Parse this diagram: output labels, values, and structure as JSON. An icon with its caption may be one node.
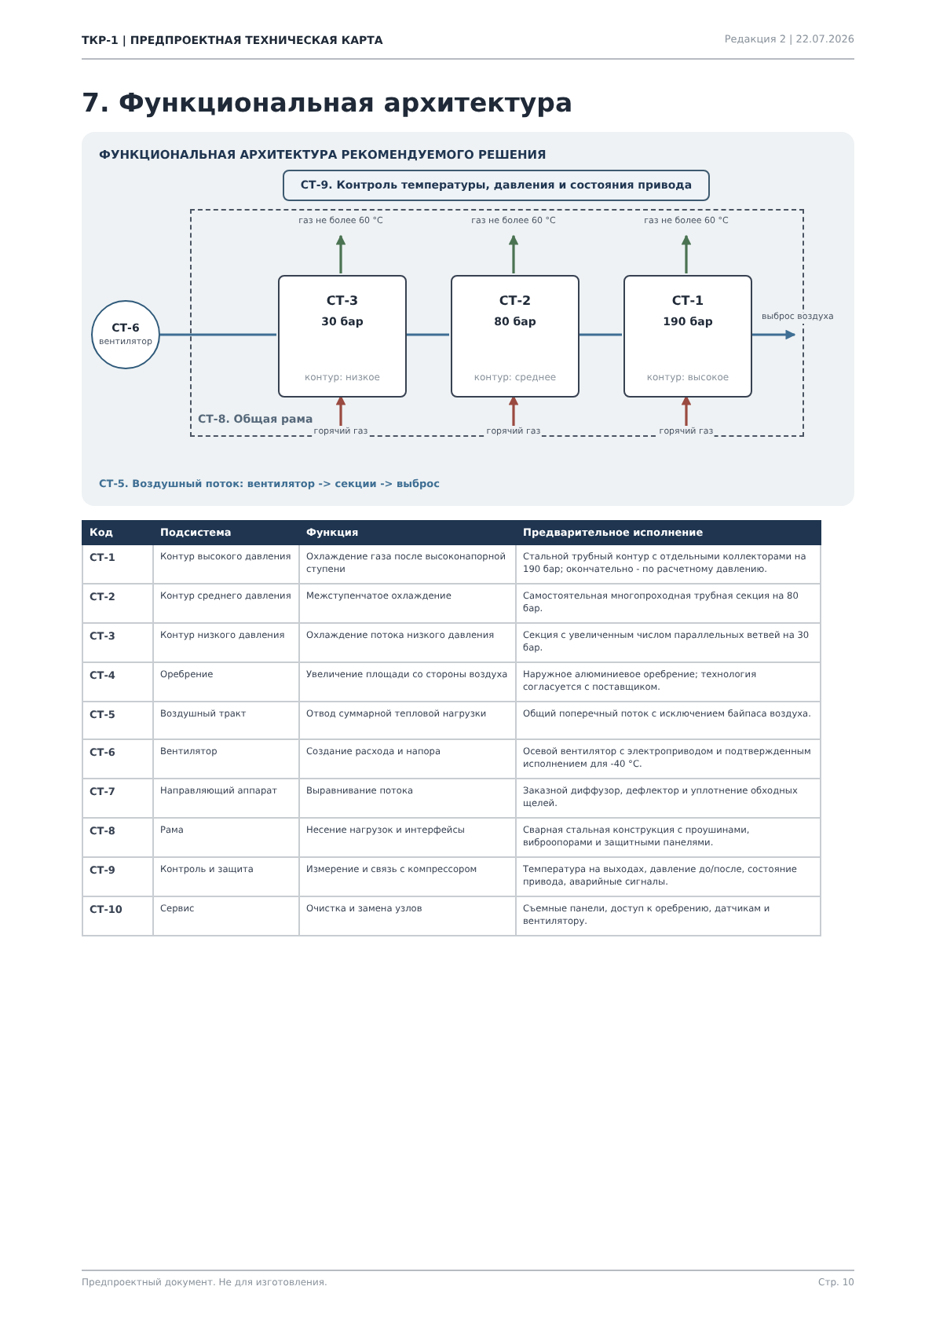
{
  "diagram": {
    "title": "7. Функциональная архитектура",
    "nodes": [
      {
        "text": [
          "ФУНКЦИОНАЛЬНАЯ АРХИТЕКТУРА РЕКОМЕНДУЕМОГО РЕШЕНИЯ",
          "СТ-5. Воздушный поток: вентилятор -> секции -> выброс"
        ]
      },
      {
        "text": [
          "СТ-9. Контроль температуры, давления и состояния привода"
        ],
        "in": 0
      },
      {
        "text": [
          "СТ-8. Общая рама"
        ],
        "in": 0
      },
      {
        "text": [
          "СТ-6",
          "вентилятор"
        ],
        "in": 0
      },
      {
        "text": [
          "СТ-3",
          "30 бар",
          "контур: низкое"
        ],
        "in": 2
      },
      {
        "text": [
          "СТ-2",
          "80 бар",
          "контур: среднее"
        ],
        "in": 2
      },
      {
        "text": [
          "СТ-1",
          "190 бар",
          "контур: высокое"
        ],
        "in": 2
      }
    ],
    "edges": [
      {
        "from": 3,
        "to": 4,
        "arrow": "none",
        "color": "#3f6f94"
      },
      {
        "from": 4,
        "to": 5,
        "arrow": "none",
        "color": "#3f6f94"
      },
      {
        "from": 5,
        "to": 6,
        "arrow": "none",
        "color": "#3f6f94"
      },
      {
        "from": 6,
        "to": null,
        "arrow": "to",
        "label": "выброс воздуха",
        "color": "#3f6f94"
      },
      {
        "from": 4,
        "to": null,
        "arrow": "to",
        "label": "газ не более 60 °C",
        "color": "#4a7352"
      },
      {
        "from": 5,
        "to": null,
        "arrow": "to",
        "label": "газ не более 60 °C",
        "color": "#4a7352"
      },
      {
        "from": 6,
        "to": null,
        "arrow": "to",
        "label": "газ не более 60 °C",
        "color": "#4a7352"
      },
      {
        "from": null,
        "to": 4,
        "arrow": "to",
        "label": "горячий газ",
        "color": "#9a4a40"
      },
      {
        "from": null,
        "to": 5,
        "arrow": "to",
        "label": "горячий газ",
        "color": "#9a4a40"
      },
      {
        "from": null,
        "to": 6,
        "arrow": "to",
        "label": "горячий газ",
        "color": "#9a4a40"
      }
    ],
    "labels": [
      "ТКР-1 | ПРЕДПРОЕКТНАЯ ТЕХНИЧЕСКАЯ КАРТА",
      "Редакция 2 | 22.07.2026",
      "Код",
      "Подсистема",
      "Функция",
      "Предварительное исполнение",
      "СТ-1",
      "Контур высокого давления",
      "Охлаждение газа после высоконапорной ступени",
      "Стальной трубный контур с отдельными коллекторами на 190 бар; окончательно - по расчетному давлению.",
      "СТ-2",
      "Контур среднего давления",
      "Межступенчатое охлаждение",
      "Самостоятельная многопроходная трубная секция на 80 бар.",
      "СТ-3",
      "Контур низкого давления",
      "Охлаждение потока низкого давления",
      "Секция с увеличенным числом параллельных ветвей на 30 бар.",
      "СТ-4",
      "Оребрение",
      "Увеличение площади со стороны воздуха",
      "Наружное алюминиевое оребрение; технология согласуется с поставщиком.",
      "СТ-5",
      "Воздушный тракт",
      "Отвод суммарной тепловой нагрузки",
      "Общий поперечный поток с исключением байпаса воздуха.",
      "СТ-6",
      "Вентилятор",
      "Создание расхода и напора",
      "Осевой вентилятор с электроприводом и подтвержденным исполнением для -40 °C.",
      "СТ-7",
      "Направляющий аппарат",
      "Выравнивание потока",
      "Заказной диффузор, дефлектор и уплотнение обходных щелей.",
      "СТ-8",
      "Рама",
      "Несение нагрузок и интерфейсы",
      "Сварная стальная конструкция с проушинами, виброопорами и защитными панелями.",
      "СТ-9",
      "Контроль и защита",
      "Измерение и связь с компрессором",
      "Температура на выходах, давление до/после, состояние привода, аварийные сигналы.",
      "СТ-10",
      "Сервис",
      "Очистка и замена узлов",
      "Съемные панели, доступ к оребрению, датчикам и вентилятору.",
      "Предпроектный документ. Не для изготовления.",
      "Стр. 10"
    ]
  }
}
